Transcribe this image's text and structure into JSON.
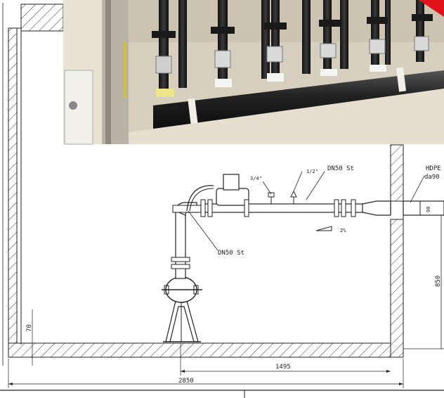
{
  "drawing": {
    "labels": {
      "pipe_top": "DN50 St",
      "pipe_bottom": "DN50 St",
      "size_3_4": "3/4\"",
      "size_1_2": "1/2\"",
      "slope": "2%",
      "hdpe_line1": "HDPE",
      "hdpe_line2": "da90",
      "hdpe_short": "90"
    },
    "dimensions": {
      "total_width": "2850",
      "inner_offset": "1495",
      "height_850": "850",
      "base_70": "70"
    }
  },
  "photo": {
    "subject": "wall-mounted-pipe-manifold-photo"
  }
}
